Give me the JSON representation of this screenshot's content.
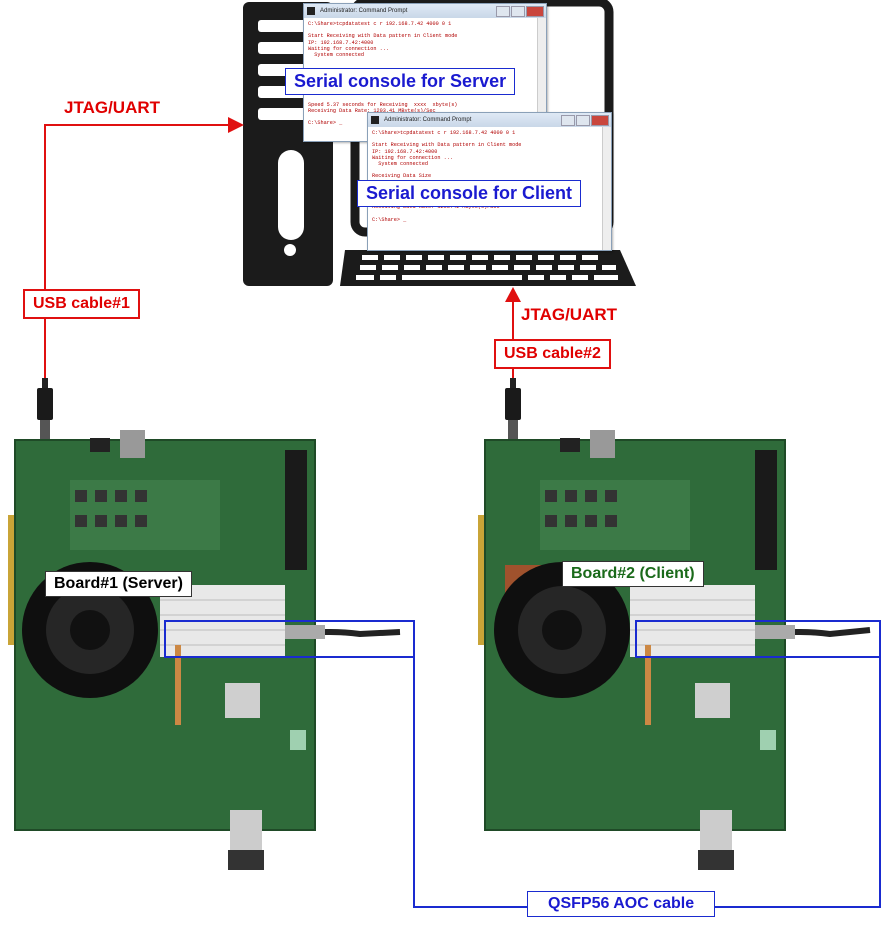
{
  "labels": {
    "jtag_uart_left": "JTAG/UART",
    "jtag_uart_right": "JTAG/UART",
    "usb_cable_1": "USB cable#1",
    "usb_cable_2": "USB cable#2",
    "serial_server": "Serial console for Server",
    "serial_client": "Serial console for Client",
    "board_1": "Board#1 (Server)",
    "board_2": "Board#2 (Client)",
    "qsfp_cable": "QSFP56 AOC cable"
  },
  "console_server": {
    "title": "Administrator: Command Prompt",
    "lines": "C:\\Share>tcpdatatest c r 192.168.7.42 4000 0 1\n\nStart Receiving with Data pattern in Client mode\nIP: 192.168.7.42:4000\nWaiting for connection ...\n  System connected\n\n\n\n\n\n\n\nSpeed 5.37 seconds for Receiving  xxxx  xbyte(s)\nReceiving Data Rate: 1203.41 MByte(s)/Sec\n\nC:\\Share> _"
  },
  "console_client": {
    "title": "Administrator: Command Prompt",
    "lines": "C:\\Share>tcpdatatest c r 192.168.7.42 4000 0 1\n\nStart Receiving with Data pattern in Client mode\nIP: 192.168.7.42:4000\nWaiting for connection ...\n  System connected\n\nReceiving Data Size\n\n\n\n\nReceiving Data Rate: 1203.41 MByte(s)/Sec\n\nC:\\Share> _"
  },
  "colors": {
    "red": "#e00000",
    "blue": "#1a2bd0",
    "green": "#1a6a1a",
    "pcb": "#2f6b3a"
  }
}
